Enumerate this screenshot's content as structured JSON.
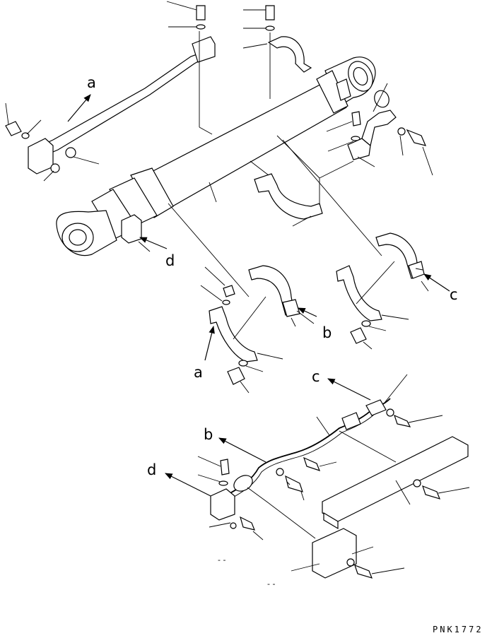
{
  "labels": {
    "a_top": "a",
    "a_bottom": "a",
    "b_right": "b",
    "b_bottom": "b",
    "c_right": "c",
    "c_bottom": "c",
    "d_top": "d",
    "d_bottom": "d"
  },
  "small_marks": {
    "mark1": "- -",
    "mark2": "- -"
  },
  "drawing_code": "PNK1772",
  "icons": {
    "arrow": "arrow-icon",
    "bolt": "bolt-icon",
    "washer": "washer-icon",
    "clamp": "clamp-icon"
  }
}
